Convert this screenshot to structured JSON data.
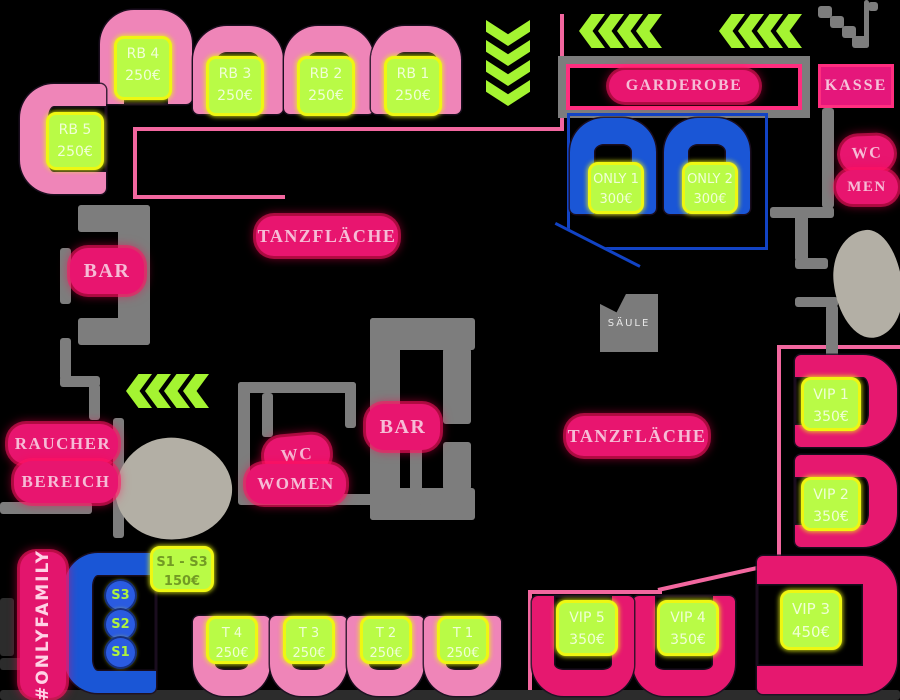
{
  "labels": {
    "tanzflaeche": "TANZFLÄCHE",
    "bar": "BAR",
    "garderobe": "GARDEROBE",
    "kasse": "KASSE",
    "wc": "WC",
    "men": "MEN",
    "women": "WOMEN",
    "raucher_line1": "RAUCHER",
    "raucher_line2": "BEREICH",
    "saeule": "SÄULE",
    "onlyfamily": "#ONLYFAMILY"
  },
  "booths": {
    "rb": [
      {
        "name": "RB 4",
        "price": "250€"
      },
      {
        "name": "RB 3",
        "price": "250€"
      },
      {
        "name": "RB 2",
        "price": "250€"
      },
      {
        "name": "RB 1",
        "price": "250€"
      },
      {
        "name": "RB 5",
        "price": "250€"
      }
    ],
    "only": [
      {
        "name": "ONLY 1",
        "price": "300€"
      },
      {
        "name": "ONLY 2",
        "price": "300€"
      }
    ],
    "vip": [
      {
        "name": "VIP 1",
        "price": "350€"
      },
      {
        "name": "VIP 2",
        "price": "350€"
      },
      {
        "name": "VIP 3",
        "price": "450€"
      },
      {
        "name": "VIP 4",
        "price": "350€"
      },
      {
        "name": "VIP 5",
        "price": "350€"
      }
    ],
    "tables": [
      {
        "name": "T 4",
        "price": "250€"
      },
      {
        "name": "T 3",
        "price": "250€"
      },
      {
        "name": "T 2",
        "price": "250€"
      },
      {
        "name": "T 1",
        "price": "250€"
      }
    ],
    "s_group": {
      "range": "S1 - S3",
      "price": "150€",
      "seats": [
        "S3",
        "S2",
        "S1"
      ]
    }
  },
  "colors": {
    "background": "#000000",
    "booth_pink": "#ef85b8",
    "booth_magenta": "#e6186f",
    "booth_blue": "#1a56d6",
    "price_tag_green": "#b9fb46",
    "price_tag_border": "#eef712",
    "badge_pink": "#e8156f",
    "wall_gray": "#7d7d7d",
    "arrow_green": "#a4f431",
    "boundary_pink": "#f2679f"
  }
}
